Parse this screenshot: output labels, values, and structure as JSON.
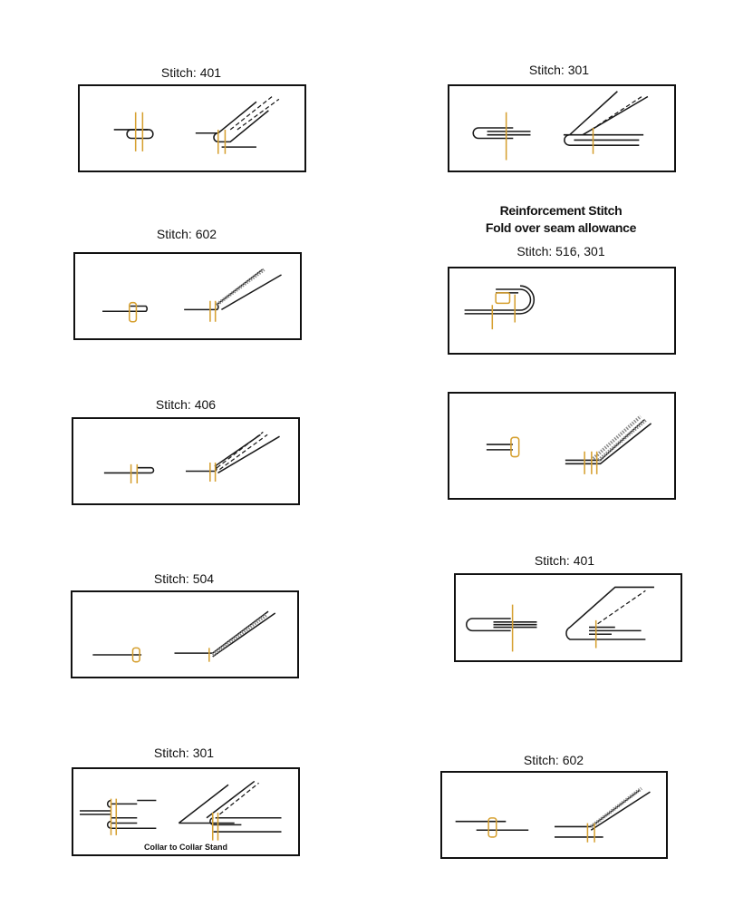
{
  "colors": {
    "line": "#1a1a1a",
    "thread": "#d6a030"
  },
  "diagrams": [
    {
      "label": "Stitch: 401"
    },
    {
      "label": "Stitch: 301"
    },
    {
      "label": "Stitch: 602"
    },
    {
      "heading1": "Reinforcement Stitch",
      "heading2": "Fold over seam allowance",
      "label": "Stitch: 516, 301"
    },
    {
      "label": "Stitch: 406"
    },
    {},
    {
      "label": "Stitch: 504"
    },
    {
      "label": "Stitch: 401"
    },
    {
      "label": "Stitch: 301",
      "caption": "Collar to Collar Stand"
    },
    {
      "label": "Stitch: 602"
    }
  ]
}
